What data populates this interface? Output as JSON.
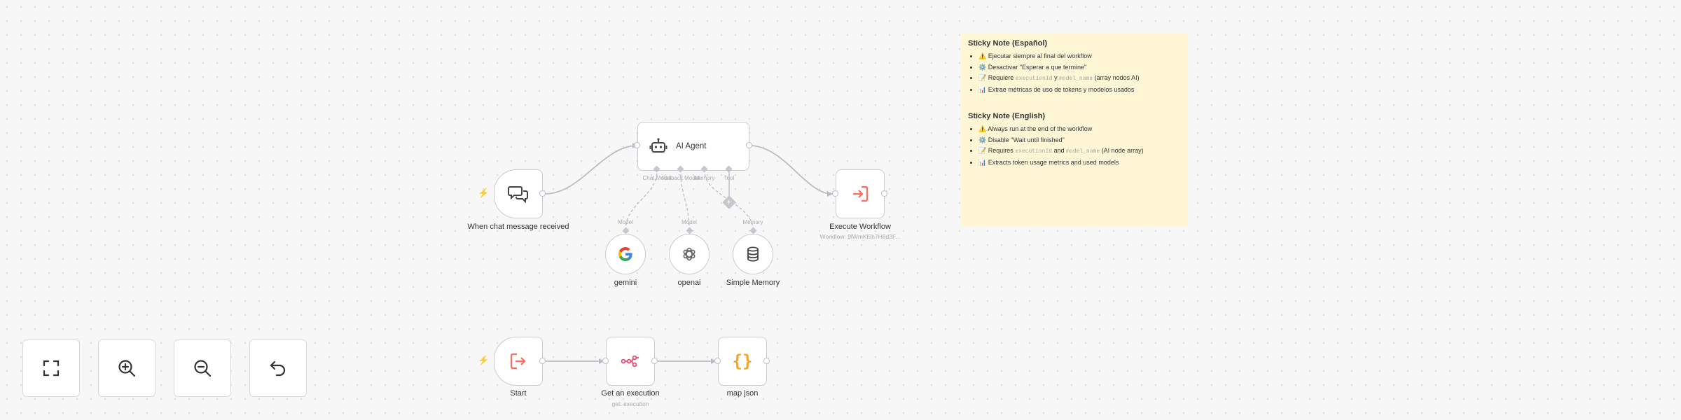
{
  "nodes": {
    "chat_trigger": {
      "label": "When chat message received"
    },
    "ai_agent": {
      "label": "AI Agent",
      "ports": [
        "Chat Model",
        "Fallback Model",
        "Memory",
        "Tool"
      ]
    },
    "gemini": {
      "label": "gemini",
      "port_label": "Model"
    },
    "openai": {
      "label": "openai",
      "port_label": "Model"
    },
    "simple_memory": {
      "label": "Simple Memory",
      "port_label": "Memory"
    },
    "execute_workflow": {
      "label": "Execute Workflow",
      "subtitle": "Workflow: 9lWmKl5h7H8d3F..."
    },
    "start": {
      "label": "Start"
    },
    "get_execution": {
      "label": "Get an execution",
      "subtitle": "get: execution"
    },
    "map_json": {
      "label": "map json",
      "icon_text": "{}"
    }
  },
  "sticky_note": {
    "es_title": "Sticky Note (Español)",
    "es_items": [
      {
        "icon": "⚠️",
        "text": "Ejecutar siempre al final del workflow"
      },
      {
        "icon": "⚙️",
        "text": "Desactivar \"Esperar a que termine\""
      },
      {
        "icon": "📝",
        "pre": "Requiere ",
        "code1": "executionId",
        "mid": " y ",
        "code2": "model_name",
        "post": " (array nodos AI)"
      },
      {
        "icon": "📊",
        "text": "Extrae métricas de uso de tokens y modelos usados"
      }
    ],
    "en_title": "Sticky Note (English)",
    "en_items": [
      {
        "icon": "⚠️",
        "text": "Always run at the end of the workflow"
      },
      {
        "icon": "⚙️",
        "text": "Disable \"Wait until finished\""
      },
      {
        "icon": "📝",
        "pre": "Requires ",
        "code1": "executionId",
        "mid": " and ",
        "code2": "model_name",
        "post": " (AI node array)"
      },
      {
        "icon": "📊",
        "text": "Extracts token usage metrics and used models"
      }
    ]
  },
  "controls": [
    {
      "name": "fit-view",
      "icon": "fullscreen-icon"
    },
    {
      "name": "zoom-in",
      "icon": "zoom-in-icon"
    },
    {
      "name": "zoom-out",
      "icon": "zoom-out-icon"
    },
    {
      "name": "undo",
      "icon": "undo-icon"
    }
  ],
  "colors": {
    "accent": "#ff6d5a",
    "trigger_bolt": "#ff6d5a",
    "edge": "#b9bcc3",
    "sticky": "#fff6d6",
    "map_json_icon": "#f5a623",
    "get_execution_icon": "#ea4b71"
  }
}
